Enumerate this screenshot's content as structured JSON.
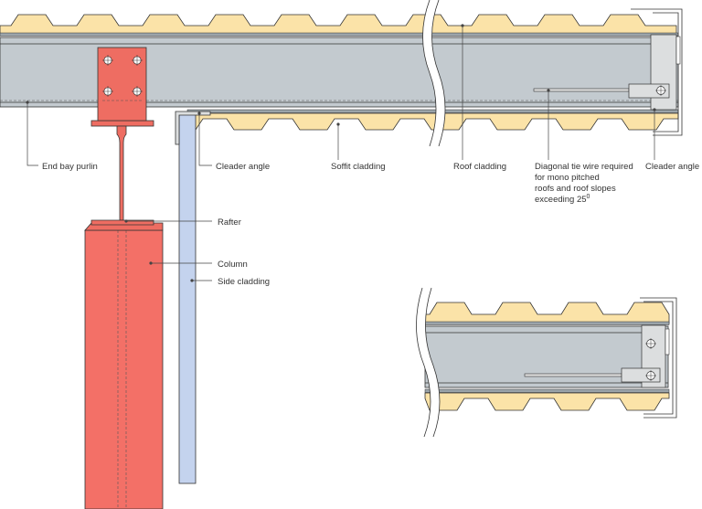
{
  "colors": {
    "purlin": "#c3cacf",
    "insulation": "#fbe3a8",
    "sheet": "#9ba4aa",
    "rafter": "#ee6d62",
    "column": "#f37067",
    "side_cladding": "#c4d3ee",
    "bracket": "#dcdedf"
  },
  "labels": {
    "end_bay_purlin": "End bay purlin",
    "cleader_angle_left": "Cleader angle",
    "soffit_cladding": "Soffit cladding",
    "roof_cladding": "Roof cladding",
    "diagonal_tie_line1": "Diagonal tie wire required",
    "diagonal_tie_line2": "for mono pitched",
    "diagonal_tie_line3": "roofs and roof slopes",
    "diagonal_tie_line4": "exceeding 25",
    "diagonal_tie_degree": "0",
    "cleader_angle_right": "Cleader angle",
    "rafter": "Rafter",
    "column": "Column",
    "side_cladding": "Side cladding"
  }
}
